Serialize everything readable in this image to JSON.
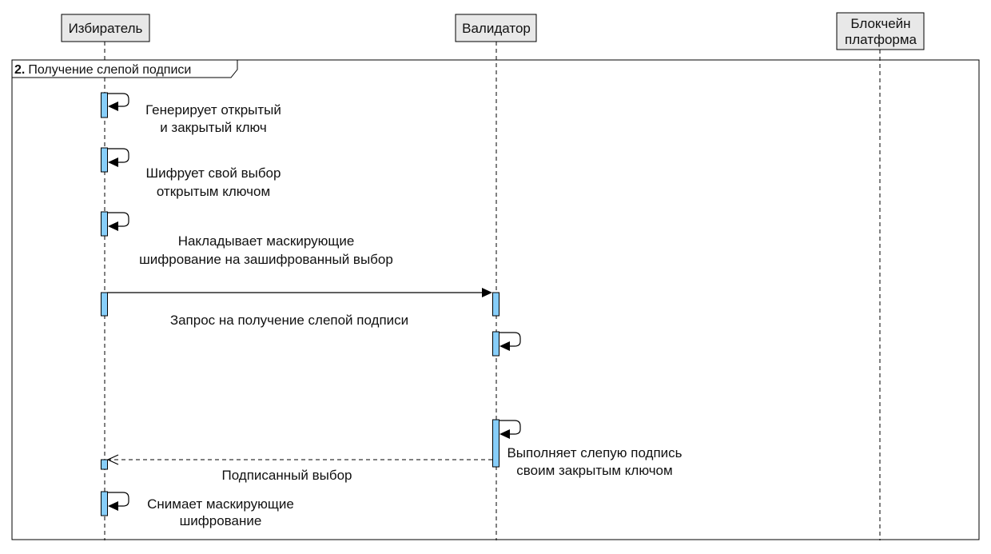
{
  "participants": [
    {
      "id": "voter",
      "name_lines": [
        "Избиратель"
      ]
    },
    {
      "id": "validator",
      "name_lines": [
        "Валидатор"
      ]
    },
    {
      "id": "blockchain",
      "name_lines": [
        "Блокчейн",
        "платформа"
      ]
    }
  ],
  "frame": {
    "number": "2.",
    "title": "Получение слепой подписи"
  },
  "messages": [
    {
      "id": "m1",
      "from": "voter",
      "to": "voter",
      "type": "self",
      "lines": [
        "Генерирует открытый",
        "и закрытый ключ"
      ]
    },
    {
      "id": "m2",
      "from": "voter",
      "to": "voter",
      "type": "self",
      "lines": [
        "Шифрует свой выбор",
        "открытым ключом"
      ]
    },
    {
      "id": "m3",
      "from": "voter",
      "to": "voter",
      "type": "self",
      "lines": [
        "Накладывает маскирующие",
        "шифрование на зашифрованный выбор"
      ]
    },
    {
      "id": "m4",
      "from": "voter",
      "to": "validator",
      "type": "sync",
      "lines": [
        "Запрос на получение слепой подписи"
      ]
    },
    {
      "id": "m5",
      "from": "validator",
      "to": "validator",
      "type": "self",
      "lines": []
    },
    {
      "id": "m6",
      "from": "validator",
      "to": "validator",
      "type": "self",
      "lines": [
        "Выполняет слепую подпись",
        "своим закрытым ключом"
      ]
    },
    {
      "id": "m7",
      "from": "validator",
      "to": "voter",
      "type": "return",
      "lines": [
        "Подписанный выбор"
      ]
    },
    {
      "id": "m8",
      "from": "voter",
      "to": "voter",
      "type": "self",
      "lines": [
        "Снимает маскирующие",
        "шифрование"
      ]
    }
  ],
  "colors": {
    "activation": "#87cefa",
    "participant_fill": "#e8e8e8",
    "line": "#000000"
  }
}
